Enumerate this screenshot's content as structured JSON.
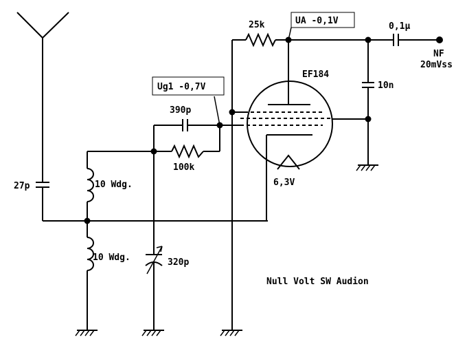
{
  "title": "Null Volt SW Audion",
  "tube": {
    "name": "EF184",
    "heater": "6,3V"
  },
  "labels": {
    "ua": "UA -0,1V",
    "ug1": "Ug1 -0,7V",
    "nf": "NF",
    "nf_level": "20mVss"
  },
  "components": {
    "r_anode": "25k",
    "c_out": "0,1µ",
    "c_bypass": "10n",
    "c_grid": "390p",
    "r_grid": "100k",
    "c_ant": "27p",
    "coil_top": "10 Wdg.",
    "coil_bottom": "10 Wdg.",
    "c_tune": "320p"
  }
}
